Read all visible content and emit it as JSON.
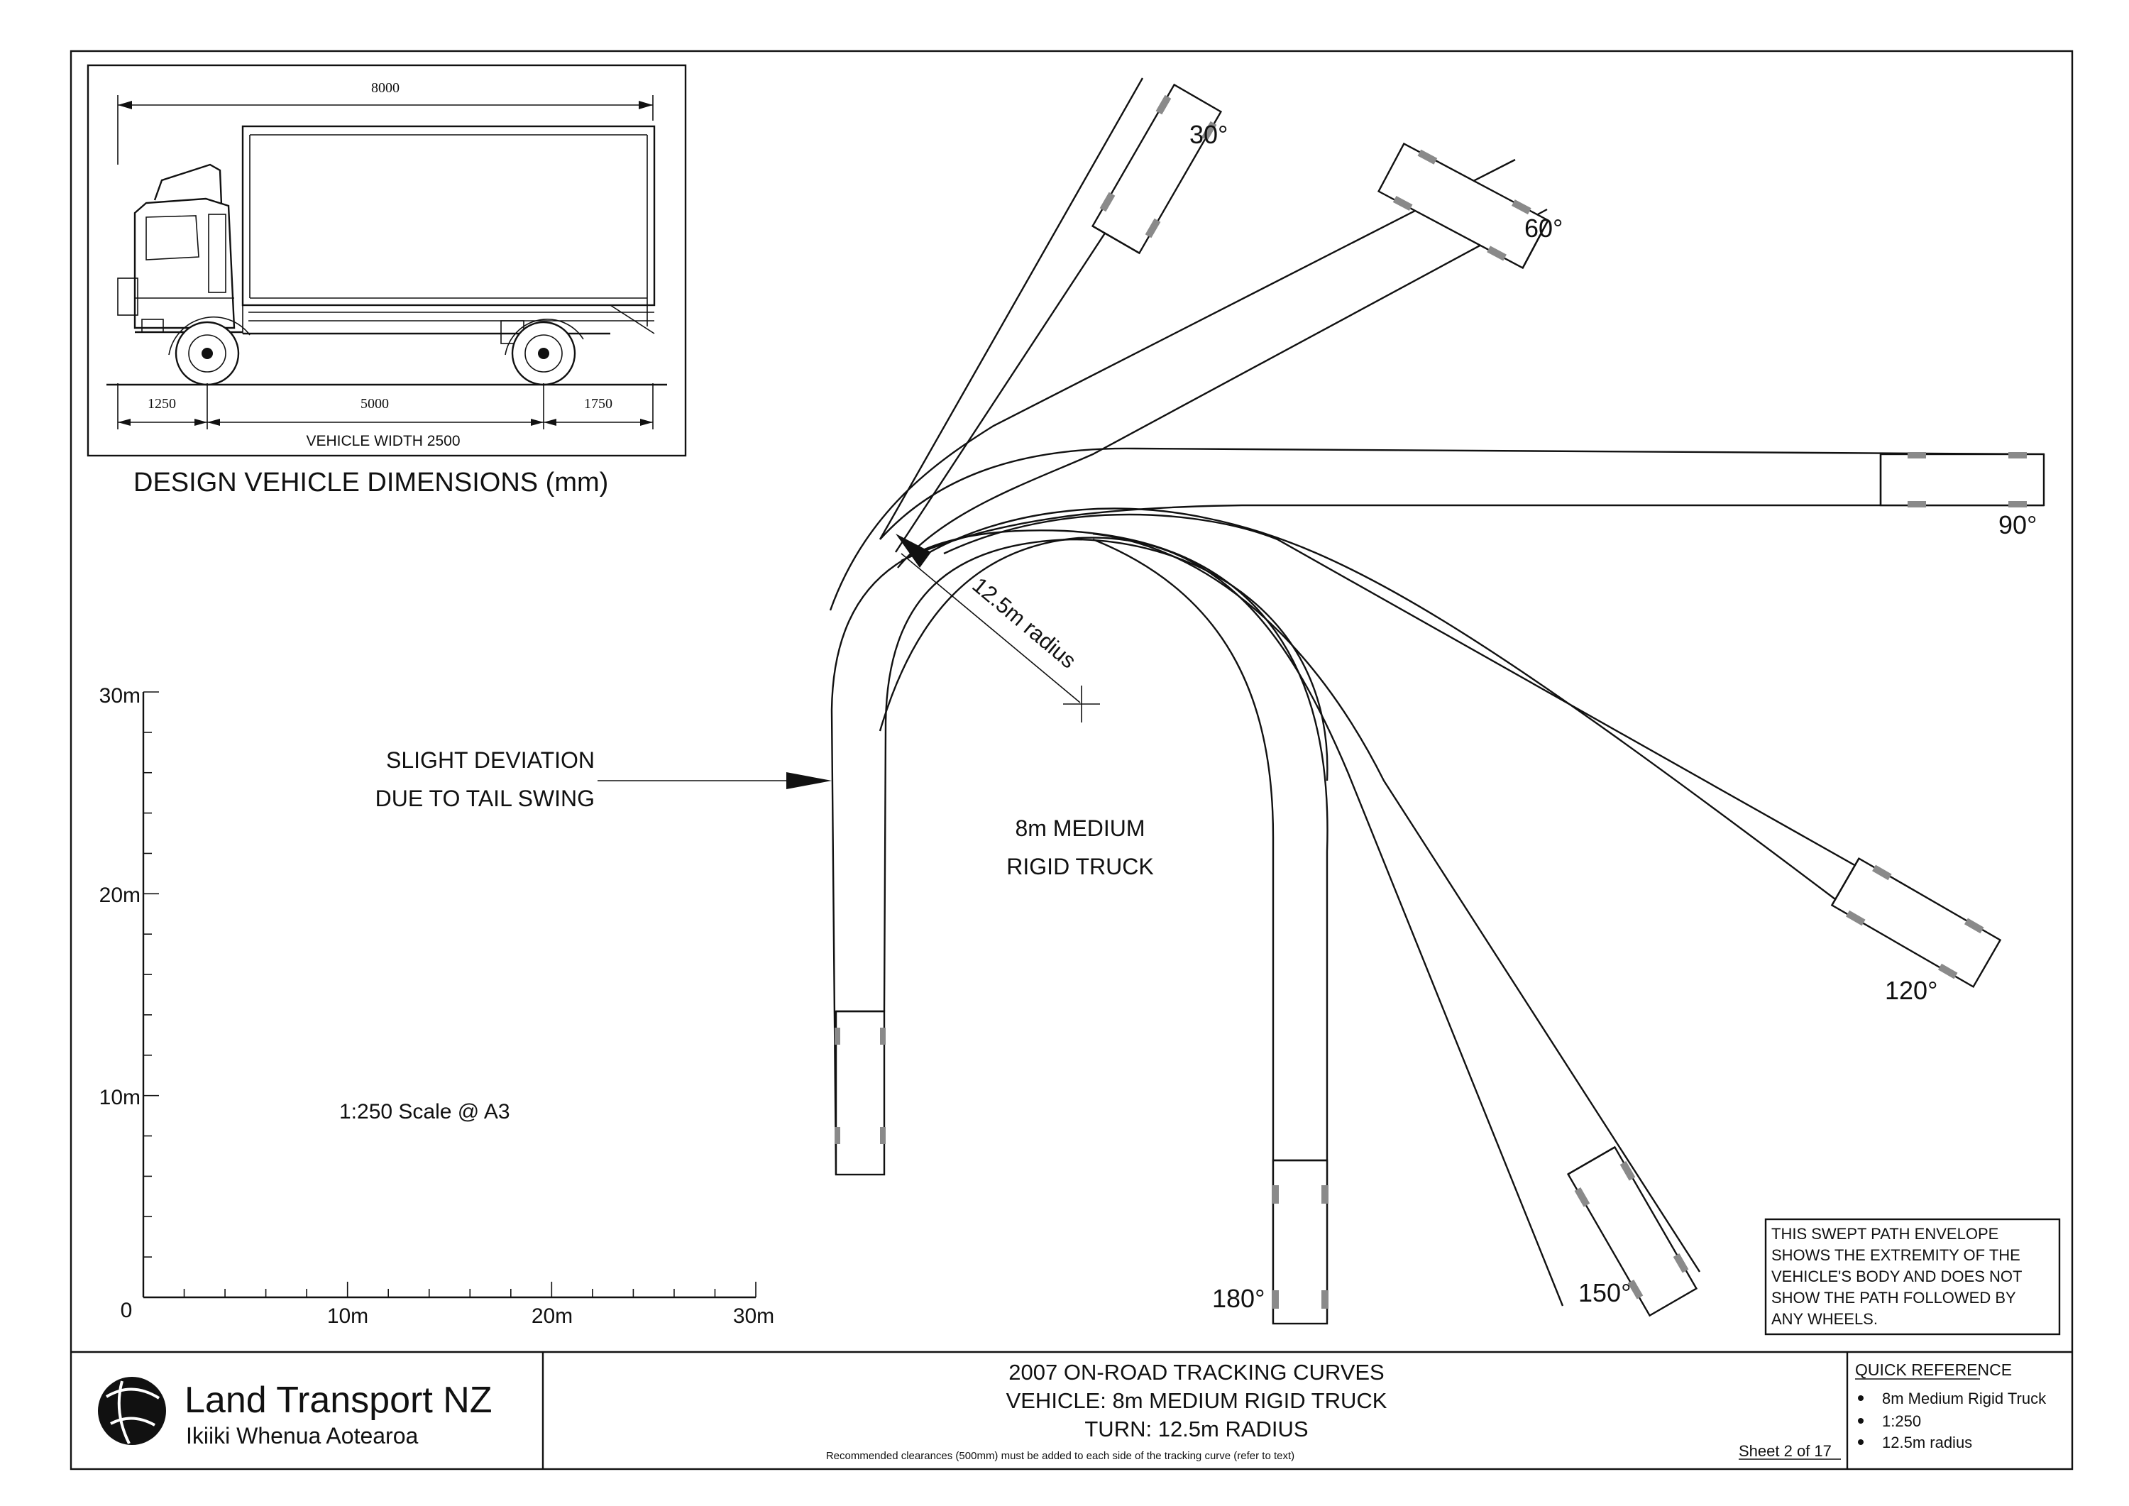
{
  "vehicle_dimensions": {
    "heading": "DESIGN VEHICLE DIMENSIONS (mm)",
    "overall_length": "8000",
    "front_overhang": "1250",
    "wheelbase": "5000",
    "rear_overhang": "1750",
    "width_label": "VEHICLE WIDTH 2500"
  },
  "turn_labels": [
    "30°",
    "60°",
    "90°",
    "120°",
    "150°",
    "180°"
  ],
  "radius_label": "12.5m radius",
  "deviation_note": [
    "SLIGHT DEVIATION",
    "DUE TO TAIL SWING"
  ],
  "vehicle_label": [
    "8m MEDIUM",
    "RIGID TRUCK"
  ],
  "scale_note": "1:250 Scale @ A3",
  "scale_bar": {
    "vertical_labels": [
      "30m",
      "20m",
      "10m",
      "0"
    ],
    "horizontal_labels": [
      "10m",
      "20m",
      "30m"
    ]
  },
  "envelope_note": [
    "THIS SWEPT PATH ENVELOPE",
    "SHOWS THE EXTREMITY OF THE",
    "VEHICLE'S BODY AND DOES NOT",
    "SHOW THE PATH FOLLOWED BY",
    "ANY WHEELS."
  ],
  "title_block": {
    "logo_name": "Land Transport NZ",
    "logo_subname": "Ikiiki Whenua Aotearoa",
    "title_line1": "2007 ON-ROAD TRACKING CURVES",
    "title_line2": "VEHICLE: 8m MEDIUM RIGID TRUCK",
    "title_line3": "TURN: 12.5m RADIUS",
    "clearance_note": "Recommended clearances (500mm) must be added to each side of the tracking curve (refer to text)",
    "sheet": "Sheet 2 of 17",
    "quick_reference_heading": "QUICK REFERENCE",
    "quick_reference_items": [
      "8m Medium Rigid Truck",
      "1:250",
      "12.5m radius"
    ]
  }
}
